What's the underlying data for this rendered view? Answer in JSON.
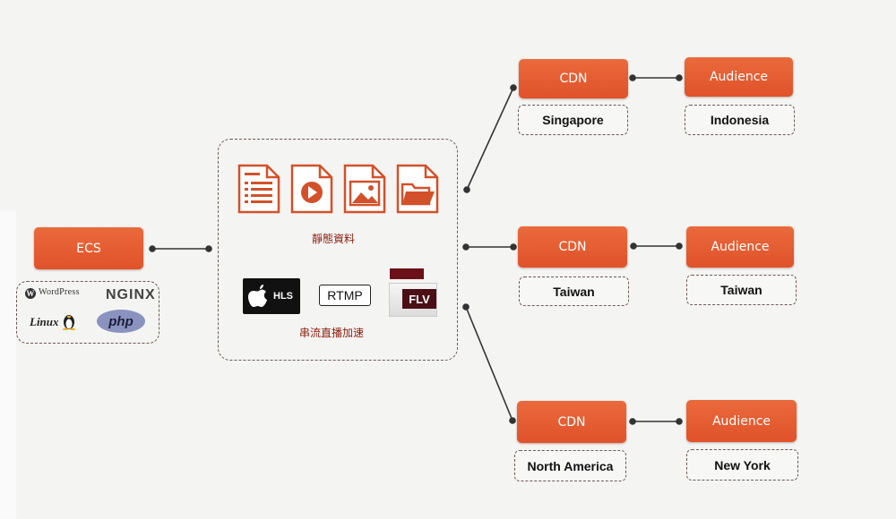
{
  "ecs": {
    "label": "ECS",
    "logos": {
      "wordpress": "WordPress",
      "nginx": "NGINX",
      "linux": "Linux",
      "php": "php"
    }
  },
  "center": {
    "static_caption": "靜態資料",
    "streaming_caption": "串流直播加速",
    "file_icons": [
      "document-icon",
      "video-file-icon",
      "image-file-icon",
      "folder-file-icon"
    ],
    "formats": [
      "HLS",
      "RTMP",
      "FLV"
    ]
  },
  "rows": [
    {
      "cdn_label": "CDN",
      "cdn_location": "Singapore",
      "audience_label": "Audience",
      "audience_location": "Indonesia"
    },
    {
      "cdn_label": "CDN",
      "cdn_location": "Taiwan",
      "audience_label": "Audience",
      "audience_location": "Taiwan"
    },
    {
      "cdn_label": "CDN",
      "cdn_location": "North America",
      "audience_label": "Audience",
      "audience_location": "New York"
    }
  ],
  "colors": {
    "accent": "#e35a2f",
    "caption": "#8a1c0c",
    "dashed_border": "#6a5a55",
    "connector": "#333333"
  }
}
